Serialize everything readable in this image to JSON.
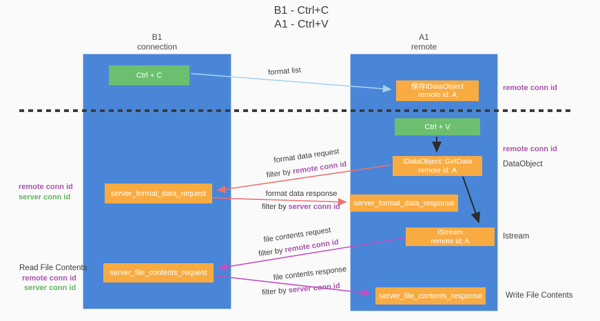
{
  "title": {
    "line1": "B1 - Ctrl+C",
    "line2": "A1 - Ctrl+V"
  },
  "lanes": {
    "left": {
      "name": "B1",
      "role": "connection"
    },
    "right": {
      "name": "A1",
      "role": "remote"
    }
  },
  "boxes": {
    "ctrl_c": {
      "label": "Ctrl + C"
    },
    "save_dataobject": {
      "line1": "保存IDataObject",
      "line2": "remote id: A"
    },
    "ctrl_v": {
      "label": "Ctrl + V"
    },
    "getdata": {
      "line1": "IDataObject::GetData",
      "line2": "remote id: A"
    },
    "format_request": {
      "label": "server_format_data_request"
    },
    "format_response": {
      "label": "server_format_data_response"
    },
    "istream": {
      "line1": "IStream",
      "line2": "remote id: A"
    },
    "file_request": {
      "label": "server_file_contents_request"
    },
    "file_response": {
      "label": "server_file_contents_response"
    }
  },
  "arrows": {
    "format_list": {
      "label": "format list"
    },
    "format_data_request": {
      "label": "format data request",
      "filter_prefix": "filter by ",
      "filter_key": "remote conn id"
    },
    "format_data_response": {
      "label": "format data response",
      "filter_prefix": "filter by ",
      "filter_key": "server conn id"
    },
    "file_contents_request": {
      "label": "file contents request",
      "filter_prefix": "filter by ",
      "filter_key": "remote conn id"
    },
    "file_contents_response": {
      "label": "file contents response",
      "filter_prefix": "filter by ",
      "filter_key": "server conn id"
    }
  },
  "side_labels": {
    "right_top_remote_conn_id": "remote conn id",
    "right_mid_remote_conn_id": "remote conn id",
    "dataobject": "DataObject",
    "istream": "Istream",
    "write_file_contents": "Write File Contents",
    "left_remote_conn_id": "remote conn id",
    "left_server_conn_id": "server conn id",
    "read_file_contents": "Read File Contents",
    "left_bottom_remote_conn_id": "remote conn id",
    "left_bottom_server_conn_id": "server conn id"
  },
  "colors": {
    "background": "#fafafa",
    "lane_blue": "#4a86d8",
    "box_green": "#6cbf6e",
    "box_orange": "#f8ab41",
    "arrow_lightblue": "#a5d3f0",
    "arrow_salmon": "#ee7070",
    "arrow_magenta": "#c24ec2",
    "arrow_black": "#2b2b2b",
    "text_purple": "#a855ad",
    "text_green": "#62b562",
    "text_dark": "#3c3c3c"
  }
}
